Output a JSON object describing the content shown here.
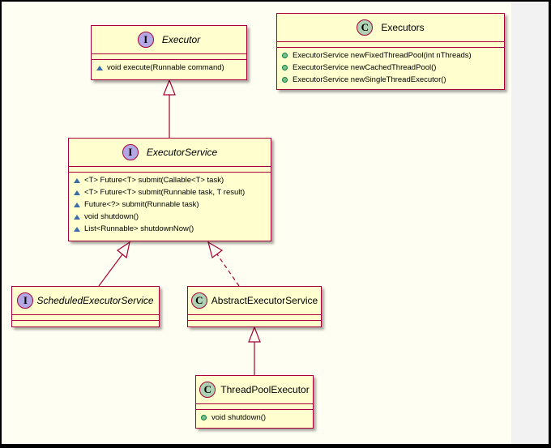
{
  "diagram": {
    "classes": {
      "executor": {
        "kind": "I",
        "name": "Executor",
        "methods": [
          {
            "visibility": "package",
            "text": "void execute(Runnable command)"
          }
        ]
      },
      "executors": {
        "kind": "C",
        "name": "Executors",
        "methods": [
          {
            "visibility": "public",
            "text": "ExecutorService newFixedThreadPool(int nThreads)"
          },
          {
            "visibility": "public",
            "text": "ExecutorService newCachedThreadPool()"
          },
          {
            "visibility": "public",
            "text": "ExecutorService newSingleThreadExecutor()"
          }
        ]
      },
      "executor_service": {
        "kind": "I",
        "name": "ExecutorService",
        "methods": [
          {
            "visibility": "package",
            "text": "<T> Future<T> submit(Callable<T> task)"
          },
          {
            "visibility": "package",
            "text": "<T> Future<T> submit(Runnable task, T result)"
          },
          {
            "visibility": "package",
            "text": "Future<?> submit(Runnable task)"
          },
          {
            "visibility": "package",
            "text": "void shutdown()"
          },
          {
            "visibility": "package",
            "text": "List<Runnable> shutdownNow()"
          }
        ]
      },
      "scheduled_executor_service": {
        "kind": "I",
        "name": "ScheduledExecutorService",
        "methods": []
      },
      "abstract_executor_service": {
        "kind": "C",
        "name": "AbstractExecutorService",
        "methods": []
      },
      "thread_pool_executor": {
        "kind": "C",
        "name": "ThreadPoolExecutor",
        "methods": [
          {
            "visibility": "public",
            "text": "void shutdown()"
          }
        ]
      }
    },
    "relations": [
      {
        "from": "ExecutorService",
        "to": "Executor",
        "type": "extends"
      },
      {
        "from": "ScheduledExecutorService",
        "to": "ExecutorService",
        "type": "extends"
      },
      {
        "from": "AbstractExecutorService",
        "to": "ExecutorService",
        "type": "implements"
      },
      {
        "from": "ThreadPoolExecutor",
        "to": "AbstractExecutorService",
        "type": "extends"
      }
    ],
    "colors": {
      "border": "#a80036",
      "box_fill": "#fefece",
      "interface_badge": "#b4a7e5",
      "class_badge": "#add1b2",
      "package_marker": "#3b6ca8",
      "public_marker": "#84be84",
      "background": "#fefef2"
    }
  }
}
